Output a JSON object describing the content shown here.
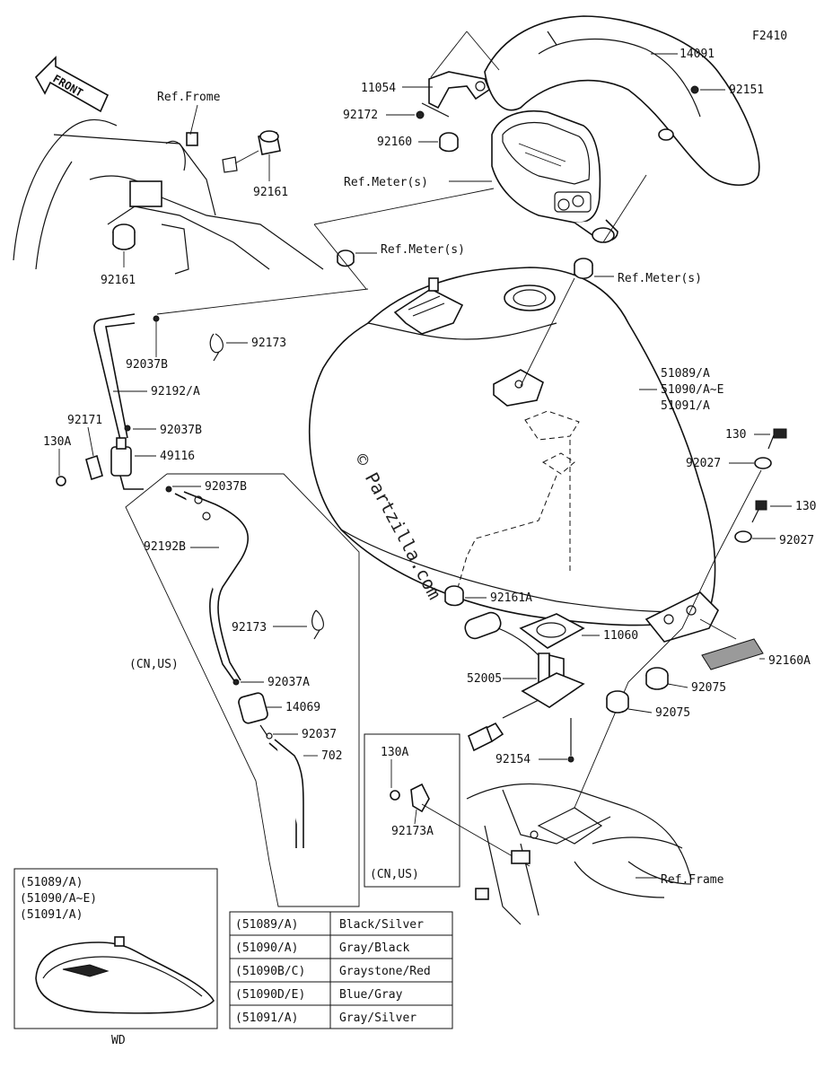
{
  "figure_code": "F2410",
  "front_arrow": "FRONT",
  "watermark": "© Partzilla.com",
  "ref_labels": {
    "frame_top": "Ref.Frome",
    "meter_1": "Ref.Meter(s)",
    "meter_2": "Ref.Meter(s)",
    "meter_3": "Ref.Meter(s)",
    "frame_bottom": "Ref.Frame"
  },
  "callouts": {
    "p14091": "14091",
    "p11054": "11054",
    "p92151": "92151",
    "p92172": "92172",
    "p92160": "92160",
    "p92161_top": "92161",
    "p92161_bot": "92161",
    "p92173_a": "92173",
    "p92037B_1": "92037B",
    "p92192A": "92192/A",
    "p92171": "92171",
    "p92037B_2": "92037B",
    "p130A_left": "130A",
    "p49116": "49116",
    "p92037B_3": "92037B",
    "p92192B": "92192B",
    "p92173_b": "92173",
    "p92037A": "92037A",
    "p14069": "14069",
    "p92037": "92037",
    "p702": "702",
    "tank_l1": "51089/A",
    "tank_l2": "51090/A~E",
    "tank_l3": "51091/A",
    "p130_1": "130",
    "p92027_1": "92027",
    "p130_2": "130",
    "p92027_2": "92027",
    "p92161A": "92161A",
    "p11060": "11060",
    "p52005": "52005",
    "p92160A": "92160A",
    "p92075_1": "92075",
    "p92075_2": "92075",
    "p92154": "92154",
    "p130A_box": "130A",
    "p92173A": "92173A"
  },
  "region_notes": {
    "cn_us_left": "(CN,US)",
    "cn_us_box": "(CN,US)"
  },
  "inset": {
    "lines": [
      "(51089/A)",
      "(51090/A~E)",
      "(51091/A)"
    ],
    "caption": "WD"
  },
  "color_table": {
    "rows": [
      {
        "code": "(51089/A)",
        "color": "Black/Silver"
      },
      {
        "code": "(51090/A)",
        "color": "Gray/Black"
      },
      {
        "code": "(51090B/C)",
        "color": "Graystone/Red"
      },
      {
        "code": "(51090D/E)",
        "color": "Blue/Gray"
      },
      {
        "code": "(51091/A)",
        "color": "Gray/Silver"
      }
    ]
  }
}
